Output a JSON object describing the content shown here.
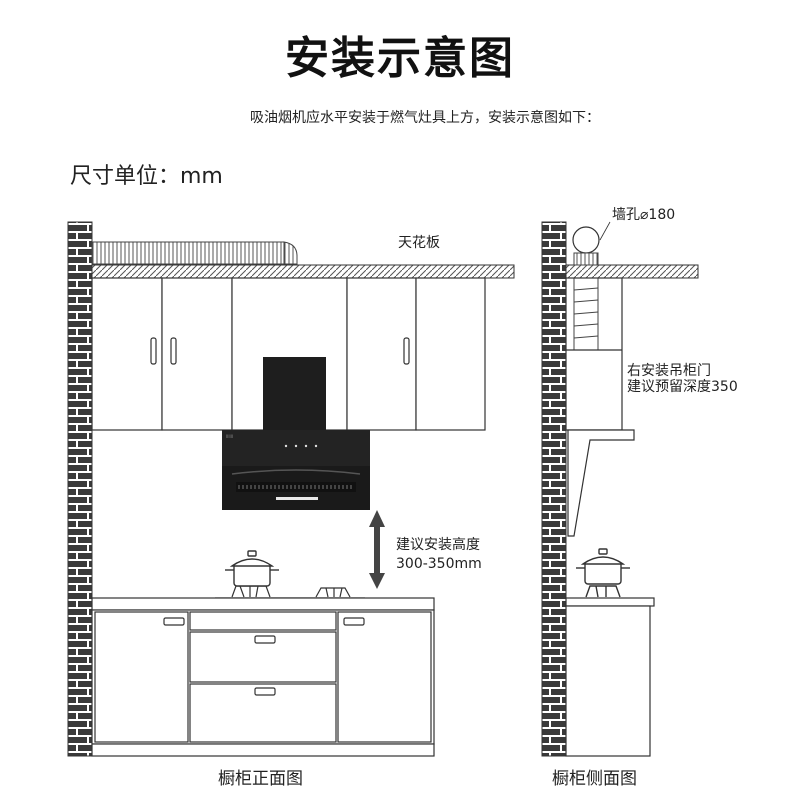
{
  "page": {
    "title": "安装示意图",
    "subtitle": "吸油烟机应水平安装于燃气灶具上方，安装示意图如下：",
    "unit_label": "尺寸单位：mm"
  },
  "front_view": {
    "ceiling_label": "天花板",
    "height_line1": "建议安装高度",
    "height_line2": "300-350mm",
    "caption": "橱柜正面图"
  },
  "side_view": {
    "wall_hole_label": "墙孔⌀180",
    "cabinet_line1": "右安装吊柜门",
    "cabinet_line2": "建议预留深度350",
    "caption": "橱柜侧面图"
  },
  "colors": {
    "line": "#333333",
    "hood_glass": "#1a1a1a",
    "brick": "#3a3a3a"
  }
}
